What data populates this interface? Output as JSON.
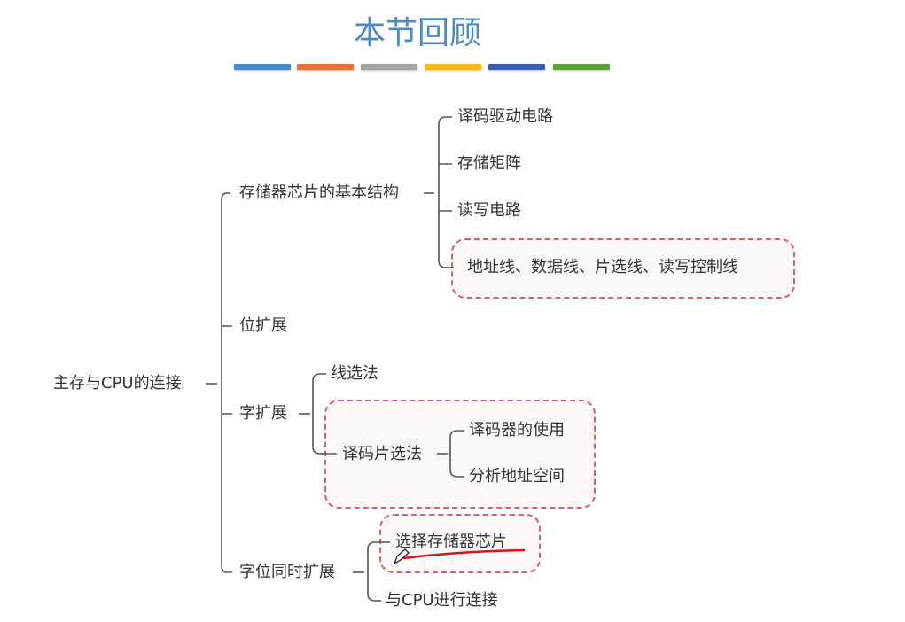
{
  "title": "本节回顾",
  "colors": {
    "title": "#4a8ac6",
    "bars": [
      "#4a8ac6",
      "#e8743b",
      "#a5a5a5",
      "#f2b81e",
      "#3a5fae",
      "#5fa23c"
    ],
    "highlight_box": "#d9606a",
    "annotation": "#e0101a"
  },
  "mindmap": {
    "root": "主存与CPU的连接",
    "branches": [
      {
        "label": "存储器芯片的基本结构",
        "children": [
          "译码驱动电路",
          "存储矩阵",
          "读写电路",
          "地址线、数据线、片选线、读写控制线"
        ]
      },
      {
        "label": "位扩展"
      },
      {
        "label": "字扩展",
        "children": [
          "线选法",
          "译码片选法"
        ],
        "grandchildren": [
          "译码器的使用",
          "分析地址空间"
        ]
      },
      {
        "label": "字位同时扩展",
        "children": [
          "选择存储器芯片",
          "与CPU进行连接"
        ]
      }
    ]
  }
}
